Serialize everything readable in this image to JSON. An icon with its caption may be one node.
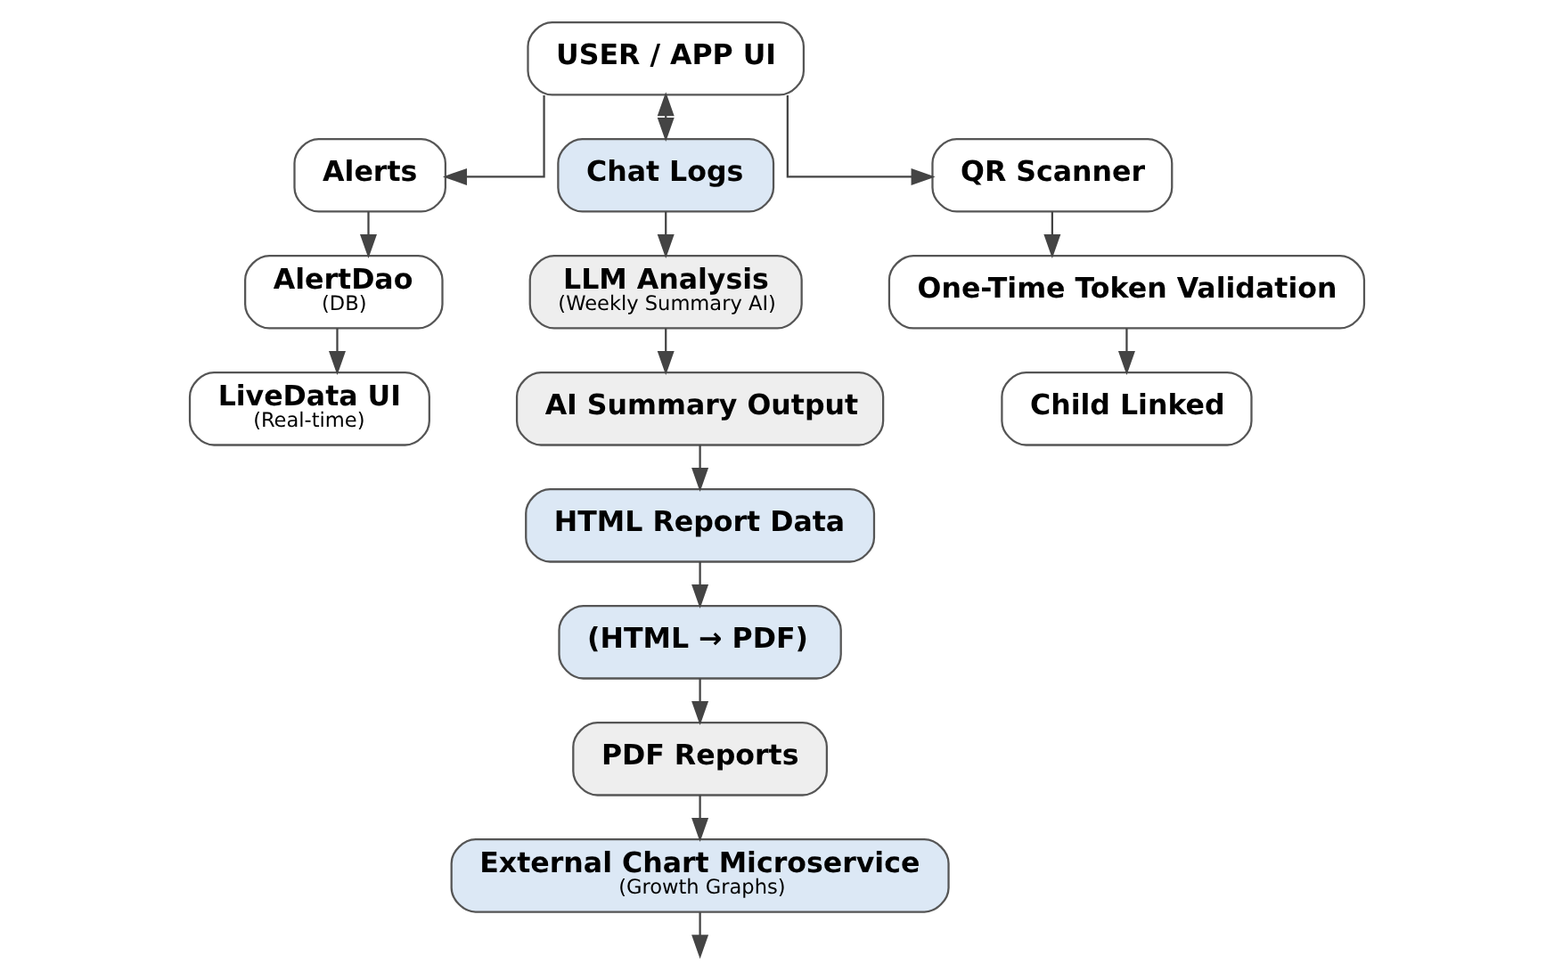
{
  "diagram": {
    "nodes": [
      {
        "text": [
          "USER / APP UI"
        ]
      },
      {
        "text": [
          "Alerts"
        ]
      },
      {
        "text": [
          "AlertDao",
          "(DB)"
        ]
      },
      {
        "text": [
          "LiveData UI",
          "(Real-time)"
        ]
      },
      {
        "text": [
          "Chat Logs"
        ]
      },
      {
        "text": [
          "LLM Analysis",
          "(Weekly Summary AI)"
        ]
      },
      {
        "text": [
          "AI Summary Output"
        ]
      },
      {
        "text": [
          "HTML Report Data"
        ]
      },
      {
        "text": [
          "(HTML → PDF)"
        ]
      },
      {
        "text": [
          "PDF Reports"
        ]
      },
      {
        "text": [
          "External Chart Microservice",
          "(Growth Graphs)"
        ]
      },
      {
        "text": [
          "QR Scanner"
        ]
      },
      {
        "text": [
          "One-Time Token Validation"
        ]
      },
      {
        "text": [
          "Child Linked"
        ]
      }
    ],
    "edges": [
      {
        "from": 0,
        "to": 1,
        "arrow": "to"
      },
      {
        "from": 0,
        "to": 4,
        "arrow": "both"
      },
      {
        "from": 0,
        "to": 11,
        "arrow": "to"
      },
      {
        "from": 1,
        "to": 2,
        "arrow": "to"
      },
      {
        "from": 2,
        "to": 3,
        "arrow": "to"
      },
      {
        "from": 4,
        "to": 5,
        "arrow": "to"
      },
      {
        "from": 5,
        "to": 6,
        "arrow": "to"
      },
      {
        "from": 6,
        "to": 7,
        "arrow": "to"
      },
      {
        "from": 7,
        "to": 8,
        "arrow": "to"
      },
      {
        "from": 8,
        "to": 9,
        "arrow": "to"
      },
      {
        "from": 9,
        "to": 10,
        "arrow": "to"
      },
      {
        "from": 10,
        "to": null,
        "arrow": "to"
      },
      {
        "from": 11,
        "to": 12,
        "arrow": "to"
      },
      {
        "from": 12,
        "to": 13,
        "arrow": "to"
      }
    ]
  }
}
